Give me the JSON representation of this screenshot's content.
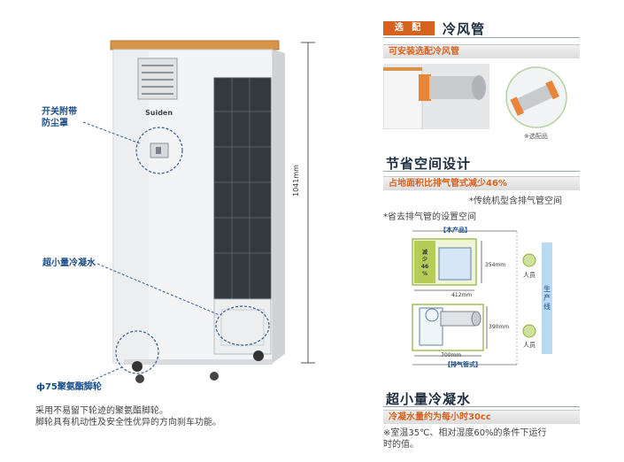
{
  "left": {
    "brand": "Suiden",
    "height_dim": "1041mm",
    "callouts": {
      "switch_cover": "开关附带\n防尘罩",
      "condenser": "超小量冷凝水",
      "wheel": "ф75聚氨酯脚轮"
    },
    "caption_lines": [
      "采用不易留下轮迹的聚氨酯脚轮。",
      "脚轮具有机动性及安全性优异的方向刹车功能。"
    ]
  },
  "section_duct": {
    "tag": "选 配",
    "title": "冷风管",
    "band": "可安装选配冷风管",
    "photo_caption": "※选配品"
  },
  "section_space": {
    "title": "节省空间设计",
    "band": "占地面积比排气管式减少46%",
    "note1": "*传统机型含排气管空间",
    "note2": "*省去排气管的设置空间",
    "diagram": {
      "top_label": "【本产品】",
      "bottom_label": "【排气管式】",
      "reduce_text": [
        "减",
        "少",
        "46",
        "%"
      ],
      "dim_top_h": "354mm",
      "dim_top_w": "412mm",
      "dim_bottom_h": "390mm",
      "dim_bottom_w": "700mm",
      "person": "人员",
      "line_text": [
        "生",
        "产",
        "线"
      ]
    }
  },
  "section_condensate": {
    "title": "超小量冷凝水",
    "band": "冷凝水量约为每小时30cc",
    "note_lines": [
      "※室温35℃、相对湿度60%的条件下运行",
      "时的值。"
    ]
  }
}
